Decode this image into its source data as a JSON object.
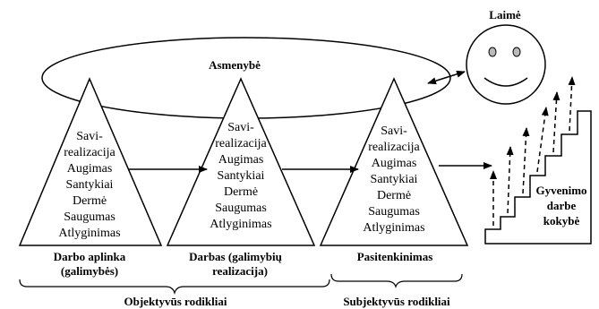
{
  "personality_label": "Asmenybė",
  "happiness_label": "Laimė",
  "pyramid_items": [
    "Savi-",
    "realizacija",
    "Augimas",
    "Santykiai",
    "Dermė",
    "Saugumas",
    "Atlyginimas"
  ],
  "stages": {
    "environment": {
      "line1": "Darbo aplinka",
      "line2": "(galimybės)"
    },
    "work": {
      "line1": "Darbas  (galimybių",
      "line2": "realizacija)"
    },
    "satisfaction": {
      "line1": "Pasitenkinimas"
    }
  },
  "quality": {
    "line1": "Gyvenimo",
    "line2": "darbe",
    "line3": "kokybė"
  },
  "groups": {
    "objective": "Objektyvūs rodikliai",
    "subjective": "Subjektyvūs rodikliai"
  }
}
